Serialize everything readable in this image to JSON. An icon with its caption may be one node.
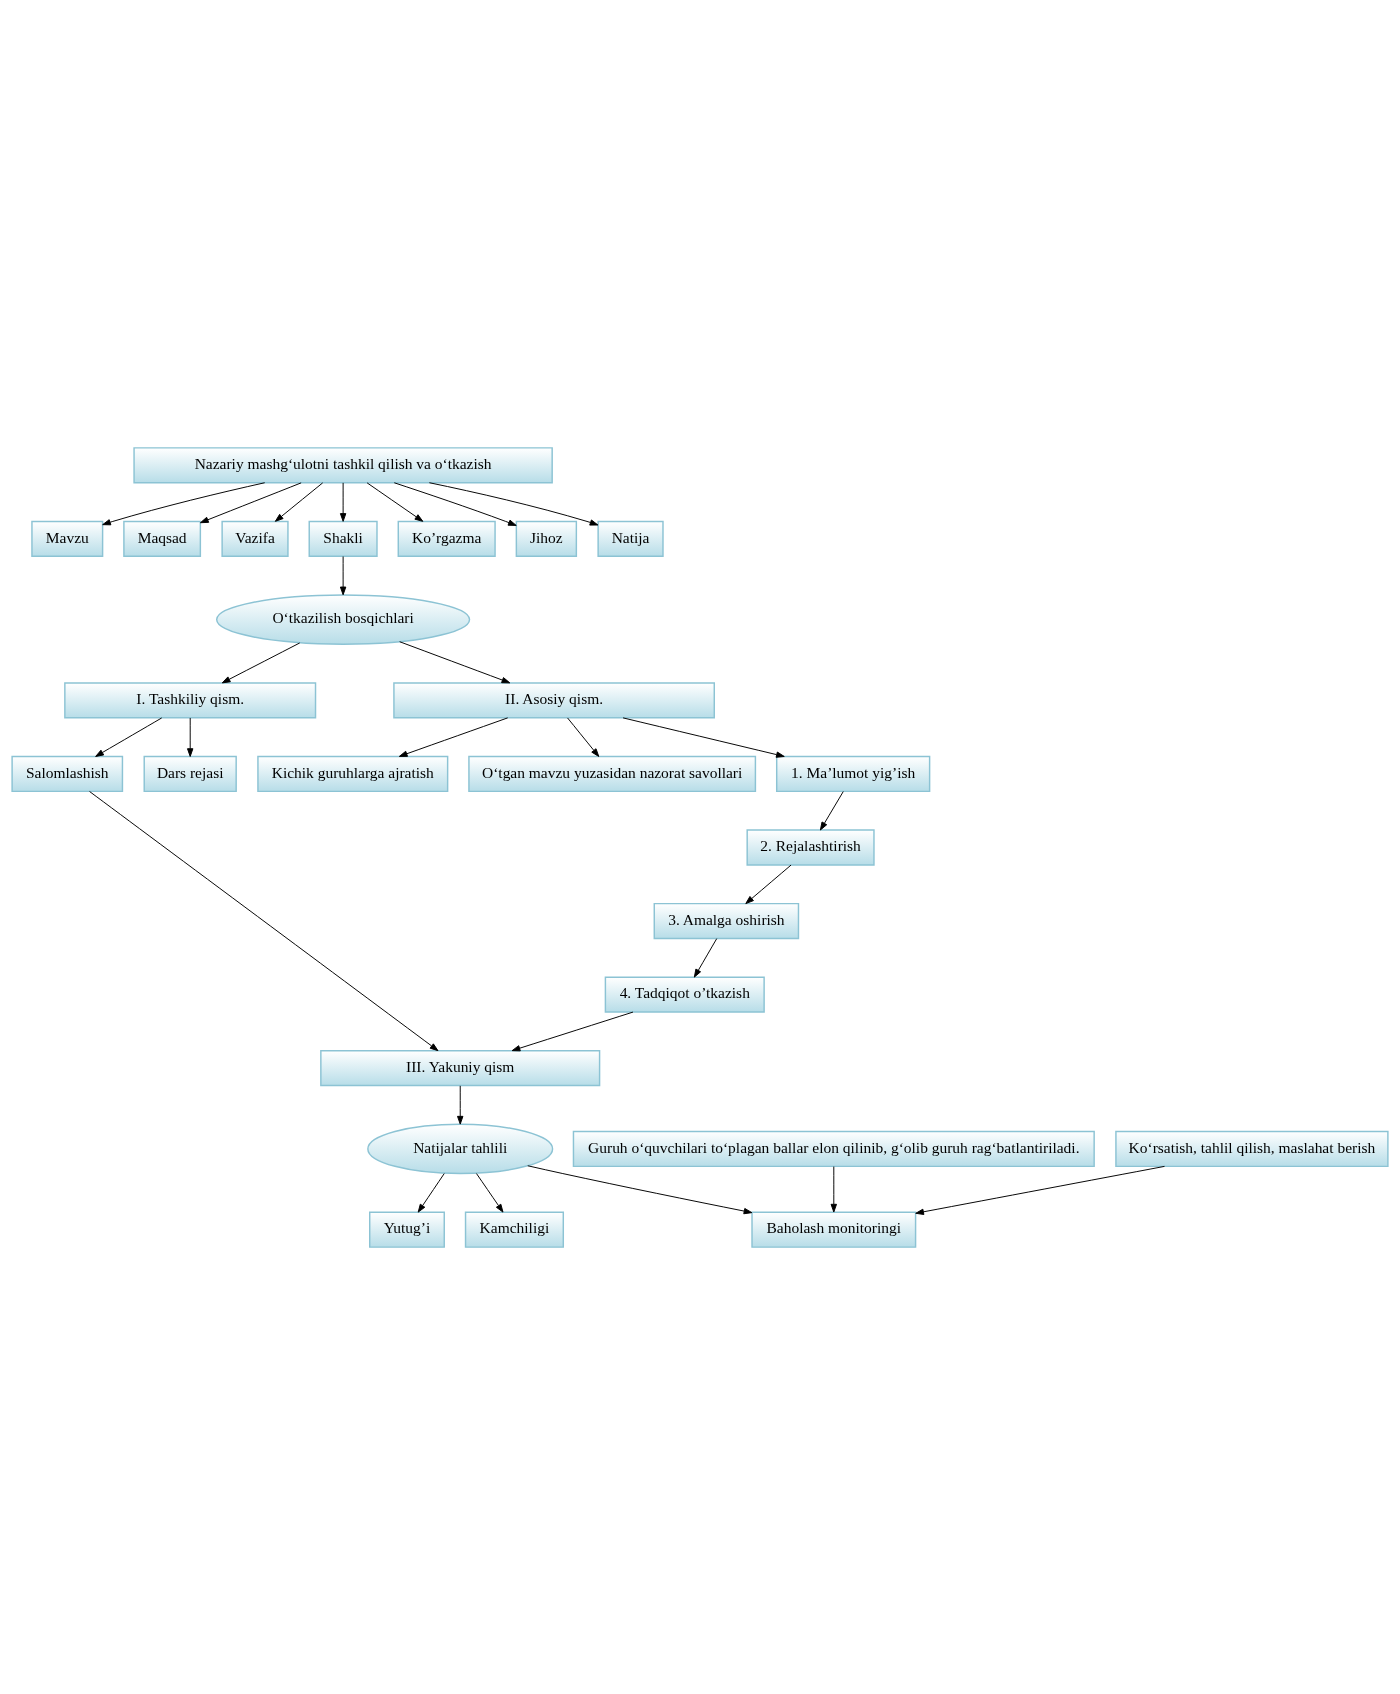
{
  "diagram": {
    "nodes": [
      {
        "text": [
          "Nazariy mashg‘ulotni tashkil qilish va o‘tkazish"
        ]
      },
      {
        "text": [
          "Mavzu"
        ]
      },
      {
        "text": [
          "Maqsad"
        ]
      },
      {
        "text": [
          "Vazifa"
        ]
      },
      {
        "text": [
          "Shakli"
        ]
      },
      {
        "text": [
          "Ko’rgazma"
        ]
      },
      {
        "text": [
          "Jihoz"
        ]
      },
      {
        "text": [
          "Natija"
        ]
      },
      {
        "text": [
          "O‘tkazilish bosqichlari"
        ]
      },
      {
        "text": [
          "I. Tashkiliy qism."
        ]
      },
      {
        "text": [
          "II. Asosiy qism."
        ]
      },
      {
        "text": [
          "Salomlashish"
        ]
      },
      {
        "text": [
          "Dars rejasi"
        ]
      },
      {
        "text": [
          "Kichik guruhlarga ajratish"
        ]
      },
      {
        "text": [
          "O‘tgan mavzu yuzasidan nazorat savollari"
        ]
      },
      {
        "text": [
          "1. Ma’lumot yig’ish"
        ]
      },
      {
        "text": [
          "2. Rejalashtirish"
        ]
      },
      {
        "text": [
          "3. Amalga oshirish"
        ]
      },
      {
        "text": [
          "4. Tadqiqot o’tkazish"
        ]
      },
      {
        "text": [
          "III. Yakuniy qism"
        ]
      },
      {
        "text": [
          "Natijalar tahlili"
        ]
      },
      {
        "text": [
          "Yutug’i"
        ]
      },
      {
        "text": [
          "Kamchiligi"
        ]
      },
      {
        "text": [
          "Guruh o‘quvchilari to‘plagan ballar elon qilinib, g‘olib guruh rag‘batlantiriladi."
        ]
      },
      {
        "text": [
          "Ko‘rsatish, tahlil qilish, maslahat berish"
        ]
      },
      {
        "text": [
          "Baholash monitoringi"
        ]
      }
    ],
    "edges": [
      {
        "from": 0,
        "to": 1,
        "arrow": "to"
      },
      {
        "from": 0,
        "to": 2,
        "arrow": "to"
      },
      {
        "from": 0,
        "to": 3,
        "arrow": "to"
      },
      {
        "from": 0,
        "to": 4,
        "arrow": "to"
      },
      {
        "from": 0,
        "to": 5,
        "arrow": "to"
      },
      {
        "from": 0,
        "to": 6,
        "arrow": "to"
      },
      {
        "from": 0,
        "to": 7,
        "arrow": "to"
      },
      {
        "from": 4,
        "to": 8,
        "arrow": "to"
      },
      {
        "from": 8,
        "to": 9,
        "arrow": "to"
      },
      {
        "from": 8,
        "to": 10,
        "arrow": "to"
      },
      {
        "from": 9,
        "to": 11,
        "arrow": "to"
      },
      {
        "from": 9,
        "to": 12,
        "arrow": "to"
      },
      {
        "from": 10,
        "to": 13,
        "arrow": "to"
      },
      {
        "from": 10,
        "to": 14,
        "arrow": "to"
      },
      {
        "from": 10,
        "to": 15,
        "arrow": "to"
      },
      {
        "from": 15,
        "to": 16,
        "arrow": "to"
      },
      {
        "from": 16,
        "to": 17,
        "arrow": "to"
      },
      {
        "from": 17,
        "to": 18,
        "arrow": "to"
      },
      {
        "from": 11,
        "to": 19,
        "arrow": "to"
      },
      {
        "from": 18,
        "to": 19,
        "arrow": "to"
      },
      {
        "from": 19,
        "to": 20,
        "arrow": "to"
      },
      {
        "from": 20,
        "to": 21,
        "arrow": "to"
      },
      {
        "from": 20,
        "to": 22,
        "arrow": "to"
      },
      {
        "from": 20,
        "to": 25,
        "arrow": "to"
      },
      {
        "from": 23,
        "to": 25,
        "arrow": "to"
      },
      {
        "from": 24,
        "to": 25,
        "arrow": "to"
      }
    ]
  }
}
